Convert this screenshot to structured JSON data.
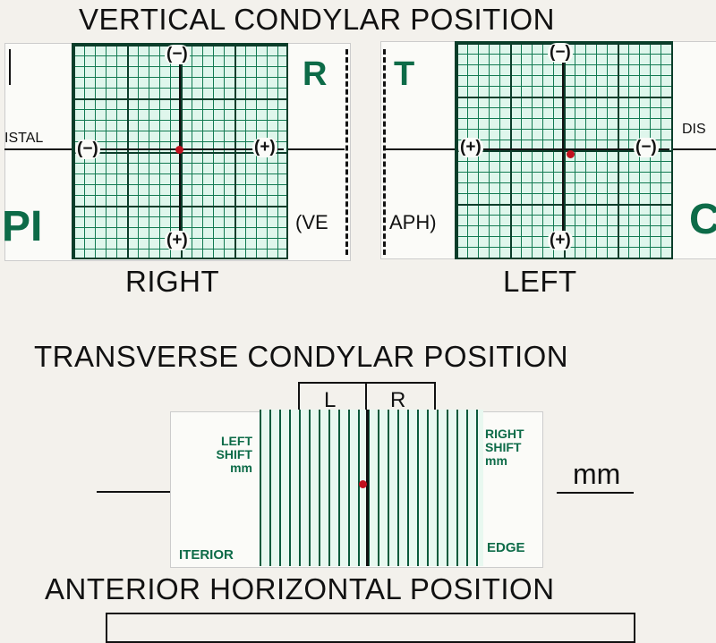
{
  "vertical": {
    "title": "VERTICAL CONDYLAR POSITION",
    "right": {
      "label": "RIGHT",
      "letter": "R",
      "partial_left": "ISTAL",
      "partial_bottom": "(VE",
      "partial_big": "PI",
      "top": "(−)",
      "bottom": "(+)",
      "left": "(−)",
      "right": "(+)"
    },
    "left": {
      "label": "LEFT",
      "letter": "T",
      "partial_right": "DIS",
      "partial_bottom": "APH)",
      "partial_big": "C",
      "top": "(−)",
      "bottom": "(+)",
      "left": "(+)",
      "right": "(−)"
    }
  },
  "transverse": {
    "title": "TRANSVERSE CONDYLAR POSITION",
    "box_left": "L",
    "box_right": "R",
    "left_shift": [
      "LEFT",
      "SHIFT",
      "mm"
    ],
    "right_shift": [
      "RIGHT",
      "SHIFT",
      "mm"
    ],
    "partial_left": "ITERIOR",
    "edge": "EDGE",
    "unit": "mm"
  },
  "anterior": {
    "title": "ANTERIOR HORIZONTAL POSITION"
  },
  "colors": {
    "grid_green": "#127a52",
    "marker": "#c0101e"
  }
}
